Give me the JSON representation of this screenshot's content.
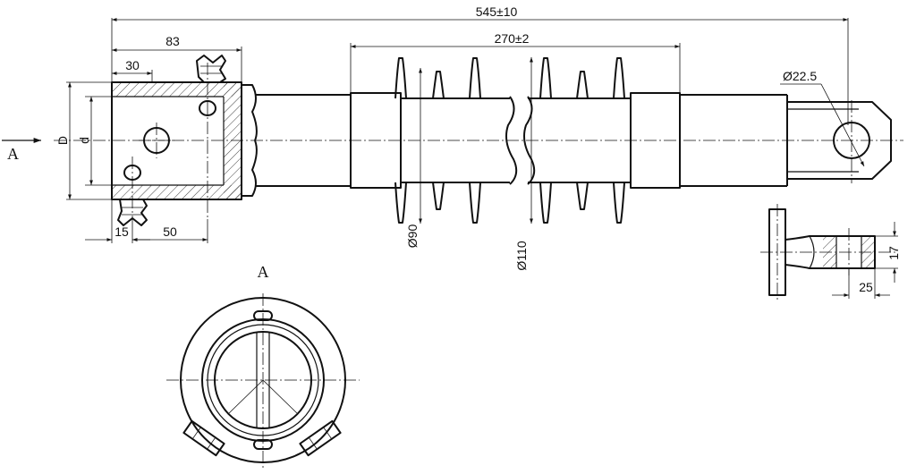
{
  "dimensions": {
    "overall_length": "545±10",
    "shed_zone_length": "270±2",
    "clamp_length": "83",
    "bolt_offset": "30",
    "edge_offset": "15",
    "bolt_spacing": "50",
    "outer_size": "D",
    "inner_size": "d",
    "eye_hole": "Ø22.5",
    "small_shed": "Ø90",
    "large_shed": "Ø110",
    "eye_thickness": "17",
    "eye_width": "25"
  },
  "view_labels": {
    "arrow": "A",
    "section_title": "A"
  }
}
